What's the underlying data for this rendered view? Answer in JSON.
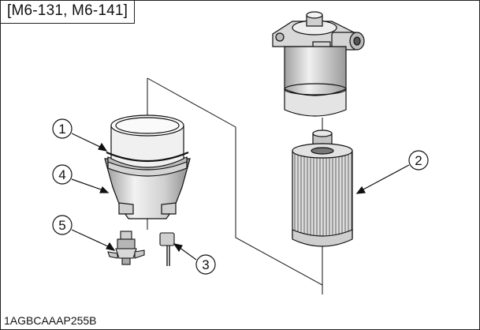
{
  "figure": {
    "model_label": "[M6-131, M6-141]",
    "figure_code": "1AGBCAAAP255B"
  },
  "callouts": [
    {
      "num": "1",
      "icon": "circled-number"
    },
    {
      "num": "2",
      "icon": "circled-number"
    },
    {
      "num": "3",
      "icon": "circled-number"
    },
    {
      "num": "4",
      "icon": "circled-number"
    },
    {
      "num": "5",
      "icon": "circled-number"
    }
  ],
  "colors": {
    "line": "#111111",
    "shade_light": "#e6e6e6",
    "shade_mid": "#bdbdbd",
    "shade_dark": "#8a8a8a"
  }
}
